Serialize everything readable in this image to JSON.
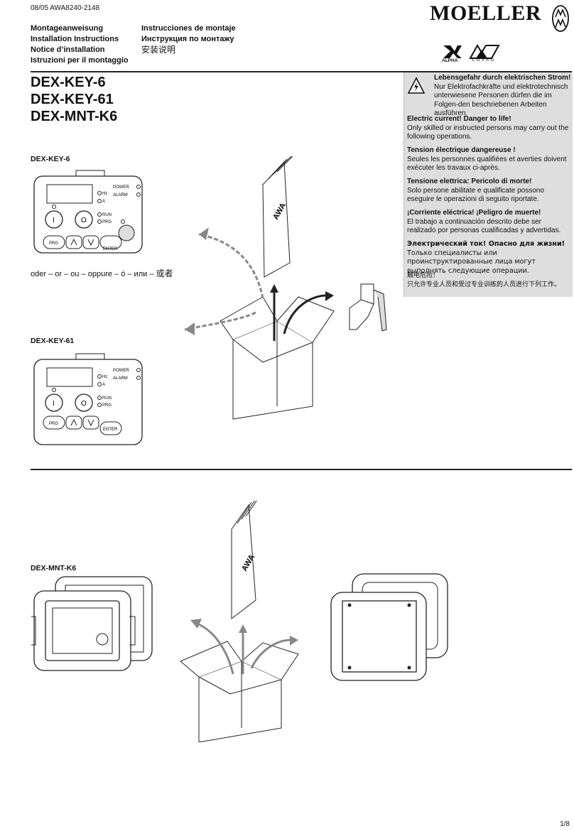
{
  "header": {
    "doc_number": "08/05 AWA8240-2148",
    "languages_left": [
      "Montageanweisung",
      "Installation Instructions",
      "Notice d’installation",
      "Istruzioni per il montaggio"
    ],
    "languages_right": [
      "Instrucciones de montaje",
      "Инструкция по монтажу",
      "安装说明"
    ],
    "brand": "MOELLER",
    "brand_sub_logos": [
      "ALPHA",
      "LOVAG"
    ]
  },
  "products": [
    "DEX-KEY-6",
    "DEX-KEY-61",
    "DEX-MNT-K6"
  ],
  "section_labels": {
    "key6": "DEX-KEY-6",
    "key61": "DEX-KEY-61",
    "mnt": "DEX-MNT-K6"
  },
  "or_line": {
    "text": "oder – or – ou – oppure – ó – или –",
    "cn": "或者"
  },
  "keypad": {
    "led_left": [
      "Hz",
      "A",
      "RUN",
      "PRG"
    ],
    "led_right": [
      "POWER",
      "ALARM"
    ],
    "keys": [
      "PRG",
      "ENTER"
    ],
    "btn_start": "I",
    "btn_stop": "O"
  },
  "manual_label": "AWA",
  "warning": {
    "de_head": "Lebensgefahr durch elektrischen Strom!",
    "de_body": "Nur Elektrofachkräfte und elektrotechnisch unterwiesene Personen dürfen die im Folgen-den beschriebenen Arbeiten ausführen.",
    "en_head": "Electric current! Danger to life!",
    "en_body": "Only skilled or instructed persons may carry out the following operations.",
    "fr_head": "Tension électrique dangereuse !",
    "fr_body": "Seules les personnes qualifiées et averties doivent exécuter les travaux ci-après.",
    "it_head": "Tensione elettrica: Pericolo di morte!",
    "it_body": "Solo persone abilitate e qualificate possono eseguire le operazioni di seguito riportate.",
    "es_head": "¡Corriente eléctrica! ¡Peligro de muerte!",
    "es_body": "El trabajo a continuación descrito debe ser realizado por personas cualificadas y advertidas.",
    "ru_head": "Электрический ток! Опасно для жизни!",
    "ru_body": "Только специалисты или проинструктированные лица могут выполнять следующие операции.",
    "cn_head": "触电危险！",
    "cn_body": "只允许专业人员和受过专业训练的人员进行下列工作。"
  },
  "page_number": "1/8"
}
